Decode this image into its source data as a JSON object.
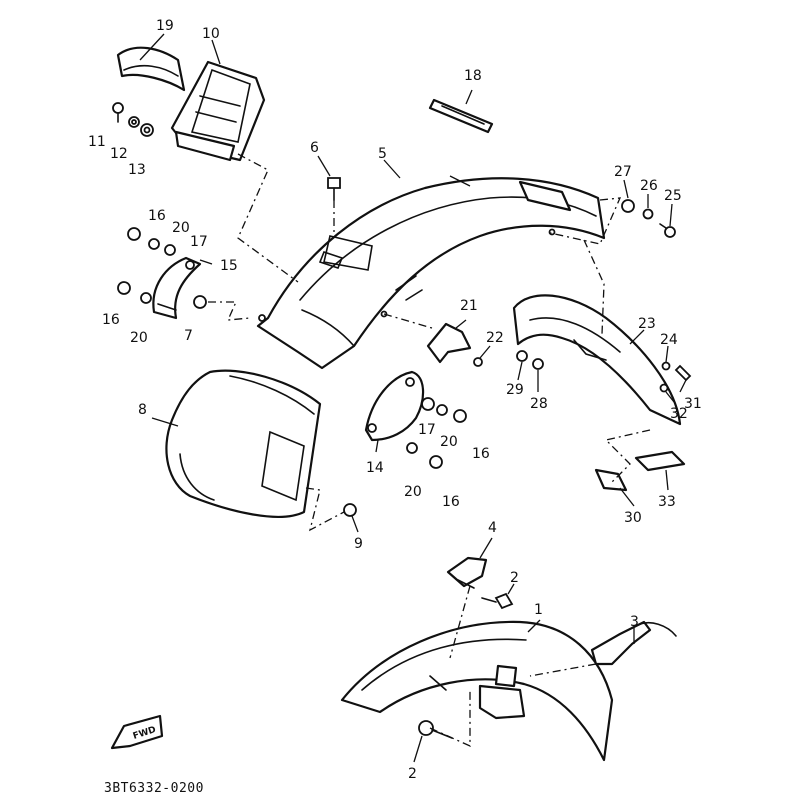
{
  "diagram": {
    "drawing_code": "3BT6332-0200",
    "direction_badge": "FWD",
    "callouts": [
      {
        "id": "c1",
        "text": "1"
      },
      {
        "id": "c2a",
        "text": "2"
      },
      {
        "id": "c2b",
        "text": "2"
      },
      {
        "id": "c3",
        "text": "3"
      },
      {
        "id": "c4",
        "text": "4"
      },
      {
        "id": "c5",
        "text": "5"
      },
      {
        "id": "c6",
        "text": "6"
      },
      {
        "id": "c7",
        "text": "7"
      },
      {
        "id": "c8",
        "text": "8"
      },
      {
        "id": "c9",
        "text": "9"
      },
      {
        "id": "c10",
        "text": "10"
      },
      {
        "id": "c11",
        "text": "11"
      },
      {
        "id": "c12",
        "text": "12"
      },
      {
        "id": "c13",
        "text": "13"
      },
      {
        "id": "c14",
        "text": "14"
      },
      {
        "id": "c15",
        "text": "15"
      },
      {
        "id": "c16a",
        "text": "16"
      },
      {
        "id": "c16b",
        "text": "16"
      },
      {
        "id": "c16c",
        "text": "16"
      },
      {
        "id": "c16d",
        "text": "16"
      },
      {
        "id": "c17a",
        "text": "17"
      },
      {
        "id": "c17b",
        "text": "17"
      },
      {
        "id": "c18",
        "text": "18"
      },
      {
        "id": "c19",
        "text": "19"
      },
      {
        "id": "c20a",
        "text": "20"
      },
      {
        "id": "c20b",
        "text": "20"
      },
      {
        "id": "c20c",
        "text": "20"
      },
      {
        "id": "c20d",
        "text": "20"
      },
      {
        "id": "c21",
        "text": "21"
      },
      {
        "id": "c22",
        "text": "22"
      },
      {
        "id": "c23",
        "text": "23"
      },
      {
        "id": "c24",
        "text": "24"
      },
      {
        "id": "c25",
        "text": "25"
      },
      {
        "id": "c26",
        "text": "26"
      },
      {
        "id": "c27",
        "text": "27"
      },
      {
        "id": "c28",
        "text": "28"
      },
      {
        "id": "c29",
        "text": "29"
      },
      {
        "id": "c30",
        "text": "30"
      },
      {
        "id": "c31",
        "text": "31"
      },
      {
        "id": "c32",
        "text": "32"
      },
      {
        "id": "c33",
        "text": "33"
      }
    ]
  }
}
